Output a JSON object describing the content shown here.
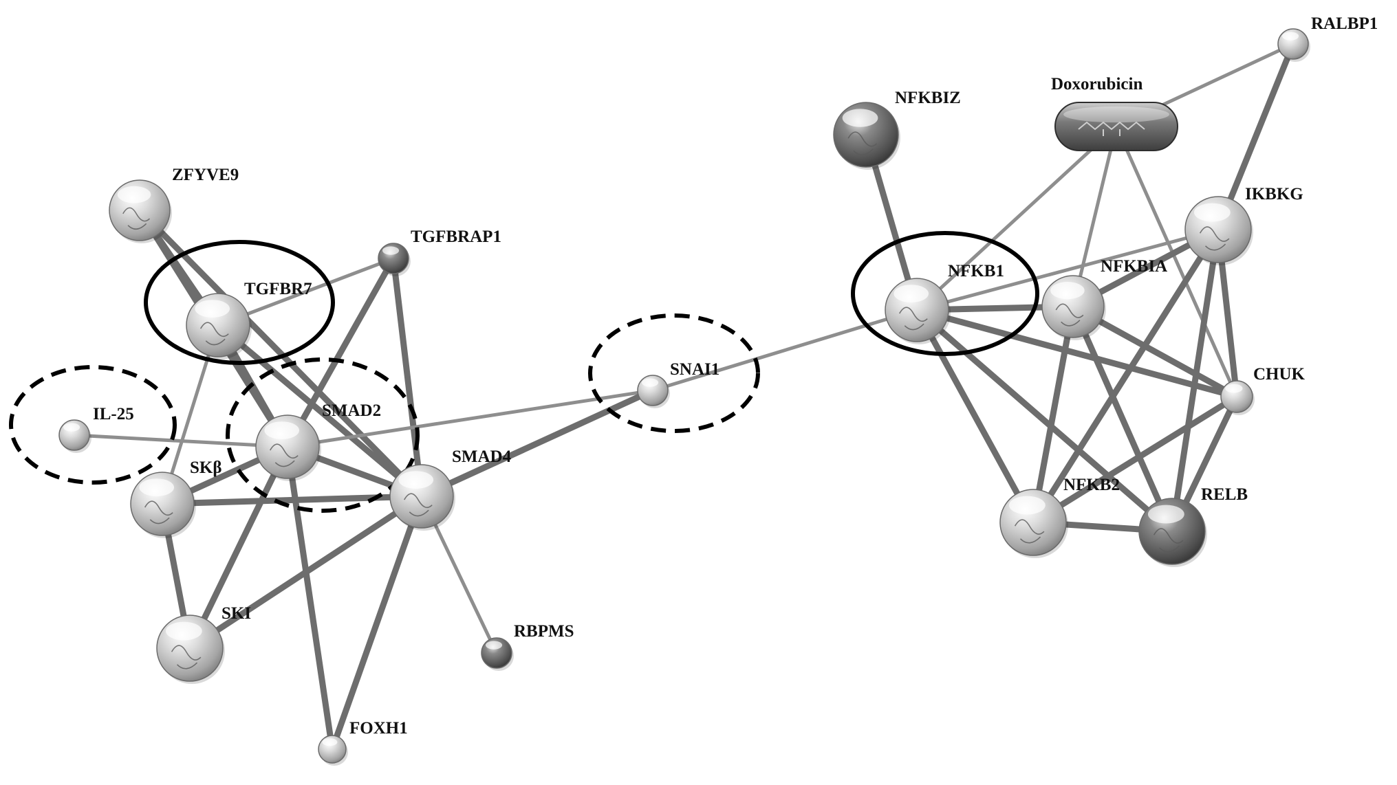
{
  "diagram": {
    "nodes": [
      {
        "id": "ZFYVE9",
        "label": "ZFYVE9",
        "shade": "light",
        "structure": true
      },
      {
        "id": "TGFBRAP1",
        "label": "TGFBRAP1",
        "shade": "dark",
        "structure": false
      },
      {
        "id": "TGFBR7",
        "label": "TGFBR7",
        "shade": "light",
        "structure": true
      },
      {
        "id": "IL-25",
        "label": "IL-25",
        "shade": "light",
        "structure": false
      },
      {
        "id": "SMAD2",
        "label": "SMAD2",
        "shade": "light",
        "structure": true
      },
      {
        "id": "SKb",
        "label": "SKβ",
        "shade": "light",
        "structure": true
      },
      {
        "id": "SMAD4",
        "label": "SMAD4",
        "shade": "light",
        "structure": true
      },
      {
        "id": "SKI",
        "label": "SKI",
        "shade": "light",
        "structure": true
      },
      {
        "id": "RBPMS",
        "label": "RBPMS",
        "shade": "dark",
        "structure": false
      },
      {
        "id": "FOXH1",
        "label": "FOXH1",
        "shade": "light",
        "structure": false
      },
      {
        "id": "SNAI1",
        "label": "SNAI1",
        "shade": "light",
        "structure": false
      },
      {
        "id": "NFKBIZ",
        "label": "NFKBIZ",
        "shade": "dark",
        "structure": true
      },
      {
        "id": "Doxorubicin",
        "label": "Doxorubicin",
        "shade": "dark",
        "structure": true,
        "shape": "pill"
      },
      {
        "id": "RALBP1",
        "label": "RALBP1",
        "shade": "light",
        "structure": false
      },
      {
        "id": "IKBKG",
        "label": "IKBKG",
        "shade": "light",
        "structure": true
      },
      {
        "id": "NFKB1",
        "label": "NFKB1",
        "shade": "light",
        "structure": true
      },
      {
        "id": "NFKBIA",
        "label": "NFKBIA",
        "shade": "light",
        "structure": true
      },
      {
        "id": "CHUK",
        "label": "CHUK",
        "shade": "light",
        "structure": false
      },
      {
        "id": "NFKB2",
        "label": "NFKB2",
        "shade": "light",
        "structure": true
      },
      {
        "id": "RELB",
        "label": "RELB",
        "shade": "dark",
        "structure": true
      }
    ],
    "edges": [
      [
        "ZFYVE9",
        "TGFBR7",
        "thick"
      ],
      [
        "ZFYVE9",
        "SMAD2",
        "thick"
      ],
      [
        "ZFYVE9",
        "SMAD4",
        "thick"
      ],
      [
        "TGFBRAP1",
        "TGFBR7",
        "thin"
      ],
      [
        "TGFBRAP1",
        "SMAD2",
        "thick"
      ],
      [
        "TGFBRAP1",
        "SMAD4",
        "thick"
      ],
      [
        "TGFBR7",
        "SMAD2",
        "thick"
      ],
      [
        "TGFBR7",
        "SMAD4",
        "thick"
      ],
      [
        "TGFBR7",
        "SKb",
        "thin"
      ],
      [
        "IL-25",
        "SMAD2",
        "thin"
      ],
      [
        "SMAD2",
        "SMAD4",
        "thick"
      ],
      [
        "SMAD2",
        "SKb",
        "thick"
      ],
      [
        "SMAD2",
        "SKI",
        "thick"
      ],
      [
        "SMAD2",
        "FOXH1",
        "thick"
      ],
      [
        "SMAD2",
        "SNAI1",
        "thin"
      ],
      [
        "SKb",
        "SMAD4",
        "thick"
      ],
      [
        "SKb",
        "SKI",
        "thick"
      ],
      [
        "SMAD4",
        "SKI",
        "thick"
      ],
      [
        "SMAD4",
        "FOXH1",
        "thick"
      ],
      [
        "SMAD4",
        "RBPMS",
        "thin"
      ],
      [
        "SMAD4",
        "SNAI1",
        "thick"
      ],
      [
        "SNAI1",
        "NFKB1",
        "thin"
      ],
      [
        "NFKBIZ",
        "NFKB1",
        "thick"
      ],
      [
        "Doxorubicin",
        "RALBP1",
        "thin"
      ],
      [
        "Doxorubicin",
        "NFKB1",
        "thin"
      ],
      [
        "Doxorubicin",
        "NFKBIA",
        "thin"
      ],
      [
        "Doxorubicin",
        "CHUK",
        "thin"
      ],
      [
        "RALBP1",
        "IKBKG",
        "thick"
      ],
      [
        "NFKB1",
        "NFKBIA",
        "thick"
      ],
      [
        "NFKB1",
        "IKBKG",
        "thin"
      ],
      [
        "NFKB1",
        "CHUK",
        "thick"
      ],
      [
        "NFKB1",
        "NFKB2",
        "thick"
      ],
      [
        "NFKB1",
        "RELB",
        "thick"
      ],
      [
        "NFKBIA",
        "IKBKG",
        "thick"
      ],
      [
        "NFKBIA",
        "CHUK",
        "thick"
      ],
      [
        "NFKBIA",
        "NFKB2",
        "thick"
      ],
      [
        "NFKBIA",
        "RELB",
        "thick"
      ],
      [
        "IKBKG",
        "CHUK",
        "thick"
      ],
      [
        "IKBKG",
        "NFKB2",
        "thick"
      ],
      [
        "IKBKG",
        "RELB",
        "thick"
      ],
      [
        "CHUK",
        "NFKB2",
        "thick"
      ],
      [
        "CHUK",
        "RELB",
        "thick"
      ],
      [
        "NFKB2",
        "RELB",
        "thick"
      ]
    ],
    "highlights": [
      {
        "target": "TGFBR7",
        "style": "solid"
      },
      {
        "target": "NFKB1",
        "style": "solid"
      },
      {
        "target": "IL-25",
        "style": "dashed"
      },
      {
        "target": "SMAD2",
        "style": "dashed"
      },
      {
        "target": "SNAI1",
        "style": "dashed"
      }
    ]
  }
}
